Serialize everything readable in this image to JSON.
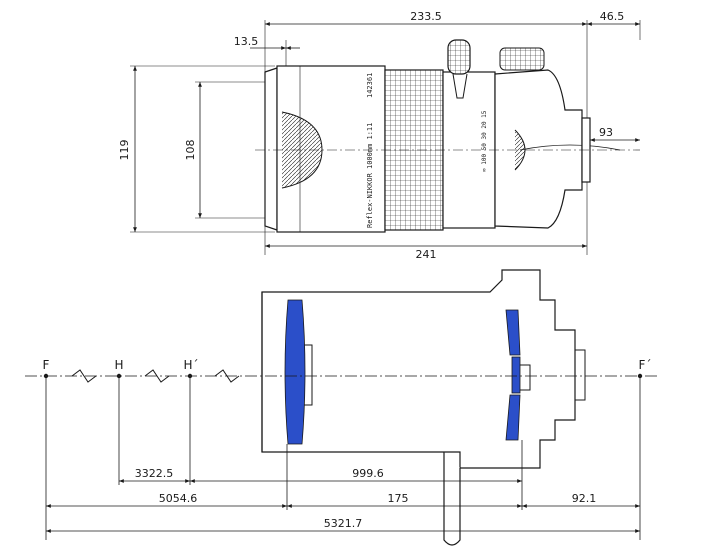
{
  "top_view": {
    "lens_name": "Reflex-NIKKOR 1000mm 1:11",
    "serial": "142361",
    "distance_scale": "∞ 100 50 30 20 15",
    "dims": {
      "overall_233_5": "233.5",
      "mount_46_5": "46.5",
      "hood_13_5": "13.5",
      "outer_dia_119": "119",
      "inner_dia_108": "108",
      "mount_93": "93",
      "length_241": "241"
    }
  },
  "bottom_view": {
    "points": {
      "F": "F",
      "H": "H",
      "H_prime": "H´",
      "F_prime": "F´"
    },
    "dims": {
      "d_3322_5": "3322.5",
      "d_999_6": "999.6",
      "d_5054_6": "5054.6",
      "d_175": "175",
      "d_92_1": "92.1",
      "d_5321_7": "5321.7"
    },
    "colors": {
      "lens_element": "#2b4fc9",
      "line": "#1a1a1a"
    }
  }
}
